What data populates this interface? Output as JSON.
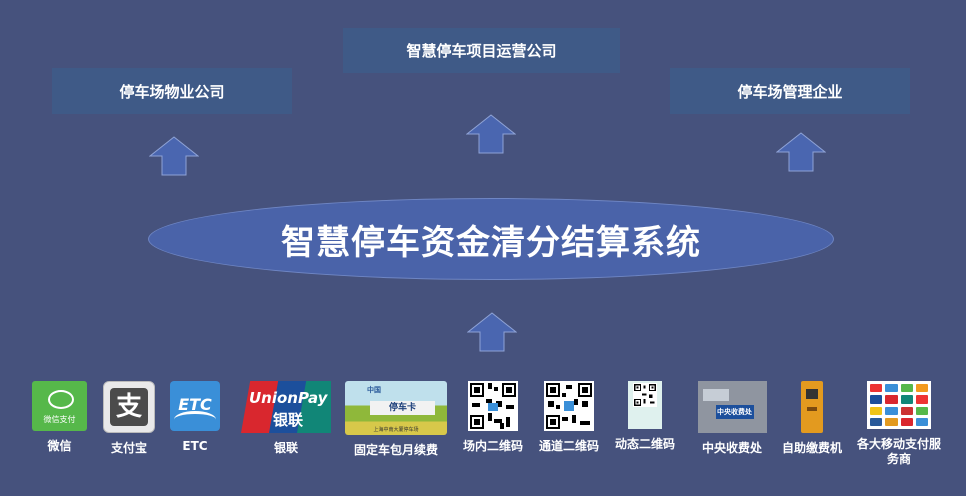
{
  "top_entities": {
    "center": "智慧停车项目运营公司",
    "left": "停车场物业公司",
    "right": "停车场管理企业"
  },
  "core_system": "智慧停车资金清分结算系统",
  "payment_channels": [
    {
      "id": "wechat",
      "label": "微信",
      "icon_text": "微信支付"
    },
    {
      "id": "alipay",
      "label": "支付宝",
      "icon_text": "支"
    },
    {
      "id": "etc",
      "label": "ETC",
      "icon_text": "ETC"
    },
    {
      "id": "unionpay",
      "label": "银联",
      "icon_text_1": "UnionPay",
      "icon_text_2": "银联"
    },
    {
      "id": "card",
      "label": "固定车包月续费",
      "icon_text": "停车卡",
      "icon_logo": "中国",
      "icon_subtext": "上海中南大厦停车场"
    },
    {
      "id": "qr-in",
      "label": "场内二维码"
    },
    {
      "id": "qr-channel",
      "label": "通道二维码"
    },
    {
      "id": "qr-dynamic",
      "label": "动态二维码"
    },
    {
      "id": "central-office",
      "label": "中央收费处",
      "icon_text": "中央收费处"
    },
    {
      "id": "kiosk",
      "label": "自助缴费机"
    },
    {
      "id": "mobile-providers",
      "label": "各大移动支付服务商"
    }
  ],
  "colors": {
    "background": "#46527d",
    "box": "#3f5a87",
    "ellipse": "#4a63a9",
    "arrow": "#4a66b0"
  }
}
